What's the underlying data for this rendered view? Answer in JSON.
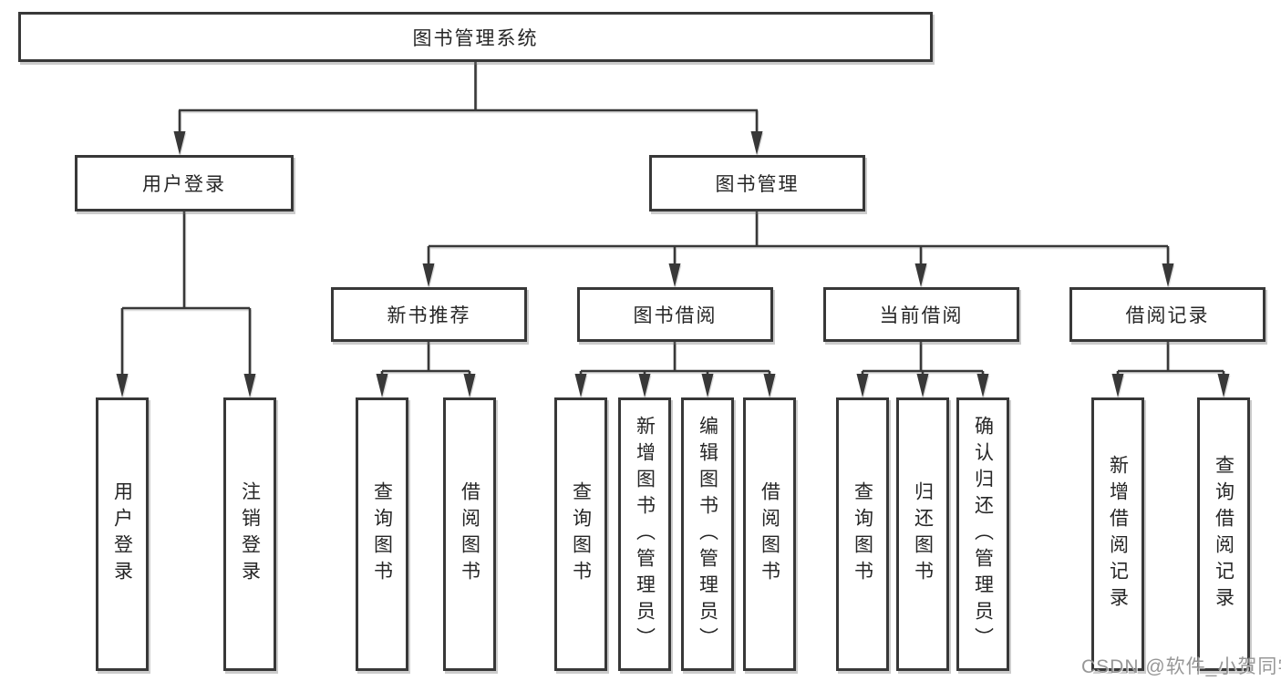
{
  "page": {
    "background": "#ffffff"
  },
  "colors": {
    "line": "#383838",
    "box_border": "#383838",
    "text": "#262626",
    "watermark": "#8c8c8c"
  },
  "diagram": {
    "root": {
      "label": "图书管理系统"
    },
    "level2": [
      {
        "label": "用户登录"
      },
      {
        "label": "图书管理"
      }
    ],
    "level3": [
      {
        "label": "新书推荐",
        "parent": "图书管理"
      },
      {
        "label": "图书借阅",
        "parent": "图书管理"
      },
      {
        "label": "当前借阅",
        "parent": "图书管理"
      },
      {
        "label": "借阅记录",
        "parent": "图书管理"
      }
    ],
    "leaves": [
      {
        "label": "用户登录",
        "parent": "用户登录"
      },
      {
        "label": "注销登录",
        "parent": "用户登录"
      },
      {
        "label": "查询图书",
        "parent": "新书推荐"
      },
      {
        "label": "借阅图书",
        "parent": "新书推荐"
      },
      {
        "label": "查询图书",
        "parent": "图书借阅"
      },
      {
        "label": "新增图书（管理员）",
        "parent": "图书借阅"
      },
      {
        "label": "编辑图书（管理员）",
        "parent": "图书借阅"
      },
      {
        "label": "借阅图书",
        "parent": "图书借阅"
      },
      {
        "label": "查询图书",
        "parent": "当前借阅"
      },
      {
        "label": "归还图书",
        "parent": "当前借阅"
      },
      {
        "label": "确认归还（管理员）",
        "parent": "当前借阅"
      },
      {
        "label": "新增借阅记录",
        "parent": "借阅记录"
      },
      {
        "label": "查询借阅记录",
        "parent": "借阅记录"
      }
    ]
  },
  "watermark": {
    "text": "CSDN @软件_小贺同学"
  }
}
